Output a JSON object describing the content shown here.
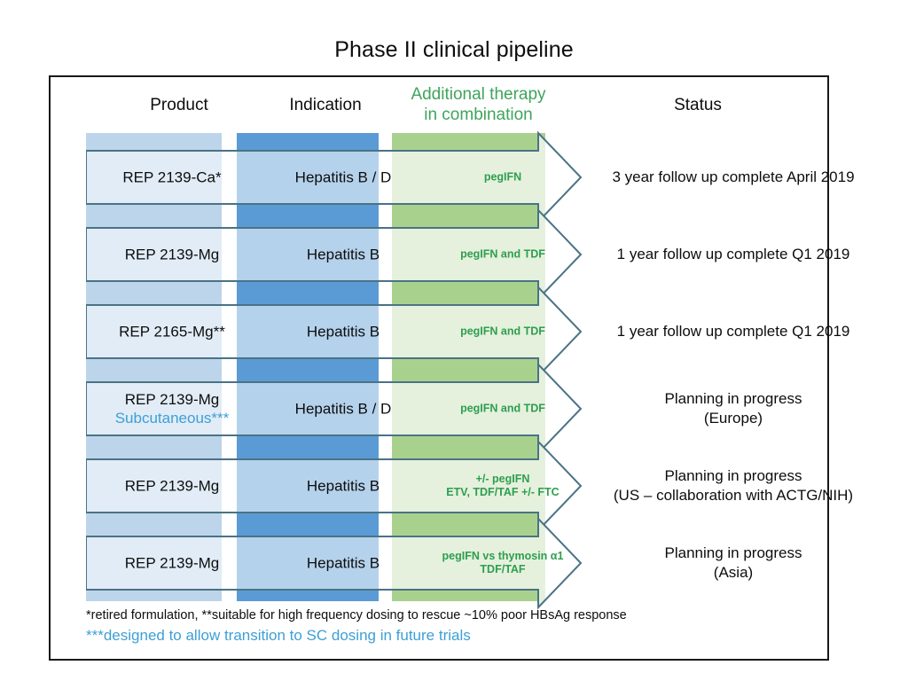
{
  "title": "Phase II clinical pipeline",
  "colors": {
    "band_product": "#bdd5ea",
    "band_indication": "#5b9bd5",
    "band_additional": "#a9d18e",
    "header_additional_text": "#3fa45b",
    "additional_text": "#2e9e4f",
    "note_blue": "#3d9fd6",
    "arrow_stroke": "#4a7385",
    "frame": "#191919"
  },
  "headers": {
    "product": "Product",
    "indication": "Indication",
    "additional_line1": "Additional therapy",
    "additional_line2": "in combination",
    "status": "Status"
  },
  "rows": [
    {
      "product": "REP 2139-Ca*",
      "product_note": "",
      "indication": "Hepatitis B / D",
      "additional_line1": "pegIFN",
      "additional_line2": "",
      "status_line1": "3 year follow up complete April 2019",
      "status_line2": ""
    },
    {
      "product": "REP 2139-Mg",
      "product_note": "",
      "indication": "Hepatitis B",
      "additional_line1": "pegIFN and TDF",
      "additional_line2": "",
      "status_line1": "1 year follow up complete Q1 2019",
      "status_line2": ""
    },
    {
      "product": "REP 2165-Mg**",
      "product_note": "",
      "indication": "Hepatitis B",
      "additional_line1": "pegIFN and TDF",
      "additional_line2": "",
      "status_line1": "1 year follow up complete Q1 2019",
      "status_line2": ""
    },
    {
      "product": "REP 2139-Mg",
      "product_note": "Subcutaneous***",
      "indication": "Hepatitis B / D",
      "additional_line1": "pegIFN and TDF",
      "additional_line2": "",
      "status_line1": "Planning in progress",
      "status_line2": "(Europe)"
    },
    {
      "product": "REP 2139-Mg",
      "product_note": "",
      "indication": "Hepatitis B",
      "additional_line1": "+/- pegIFN",
      "additional_line2": "ETV, TDF/TAF +/- FTC",
      "status_line1": "Planning in progress",
      "status_line2": "(US – collaboration with ACTG/NIH)"
    },
    {
      "product": "REP 2139-Mg",
      "product_note": "",
      "indication": "Hepatitis B",
      "additional_line1": "pegIFN vs thymosin α1",
      "additional_line2": "TDF/TAF",
      "status_line1": "Planning in progress",
      "status_line2": "(Asia)"
    }
  ],
  "footnotes": {
    "primary": "*retired formulation, **suitable for high frequency dosing to rescue ~10% poor HBsAg response",
    "secondary": "***designed to allow transition to SC dosing in future trials"
  }
}
